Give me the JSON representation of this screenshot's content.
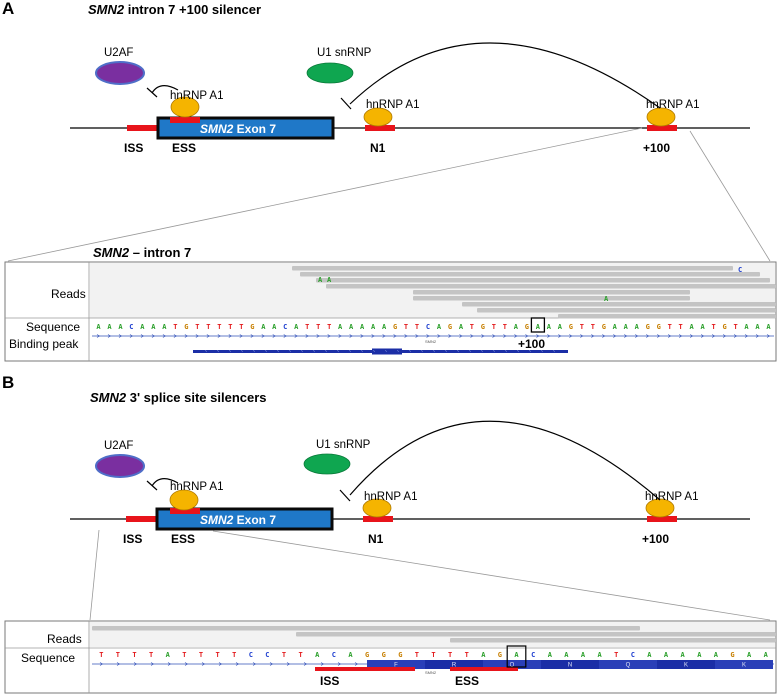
{
  "panel_a": {
    "letter": "A",
    "title_gene": "SMN2",
    "title_rest": " intron 7 +100 silencer",
    "proteins": {
      "u2af": "U2AF",
      "u1": "U1 snRNP",
      "hnrnp_exon": "hnRNP A1",
      "hnrnp_n1": "hnRNP A1",
      "hnrnp_100": "hnRNP A1"
    },
    "exon_gene": "SMN2",
    "exon_rest": " Exon 7",
    "sites": {
      "iss": "ISS",
      "ess": "ESS",
      "n1": "N1",
      "p100": "+100"
    },
    "browser": {
      "title_gene": "SMN2",
      "title_rest": " – intron 7",
      "track_reads": "Reads",
      "track_sequence": "Sequence",
      "track_peak": "Binding peak",
      "sequence": "AAACAAATGTTTTTGAACATTTAAAAAGTTCAGATGTTAGAAAGTTGAAAGGTTAATGTAAA",
      "highlight_index": 40,
      "highlight_label": "+100",
      "gene_small": "SMN2",
      "mismatch_letters": [
        "A",
        "A",
        "A",
        "C"
      ]
    }
  },
  "panel_b": {
    "letter": "B",
    "title_gene": "SMN2",
    "title_rest": "  3' splice site silencers",
    "proteins": {
      "u2af": "U2AF",
      "u1": "U1 snRNP",
      "hnrnp_exon": "hnRNP A1",
      "hnrnp_n1": "hnRNP A1",
      "hnrnp_100": "hnRNP A1"
    },
    "exon_gene": "SMN2",
    "exon_rest": " Exon 7",
    "sites": {
      "iss": "ISS",
      "ess": "ESS",
      "n1": "N1",
      "p100": "+100"
    },
    "browser": {
      "track_reads": "Reads",
      "track_sequence": "Sequence",
      "sequence": "TTTTATTTTCCTTACAGGGTTTTAGACAAAATCAAAAAGAA",
      "highlight_index": 25,
      "gene_small": "SMN2",
      "amino_acids": [
        "F",
        "R",
        "Q",
        "N",
        "Q",
        "K",
        "K"
      ],
      "silencer_iss": "ISS",
      "silencer_ess": "ESS"
    }
  },
  "colors": {
    "exon_fill": "#1f78c8",
    "exon_stroke": "#0a0a0a",
    "silencer_red": "#e8141b",
    "hnrnp_yellow": "#f5b400",
    "u2af_purple": "#7a2fa0",
    "u2af_ring": "#4f6ec8",
    "u1_green": "#0fa650",
    "read_gray": "#c4c4c4",
    "peak_blue": "#1b2ea6",
    "base_A": "#2ca02c",
    "base_T": "#e31a1c",
    "base_C": "#1f3fd0",
    "base_G": "#c77f00"
  }
}
